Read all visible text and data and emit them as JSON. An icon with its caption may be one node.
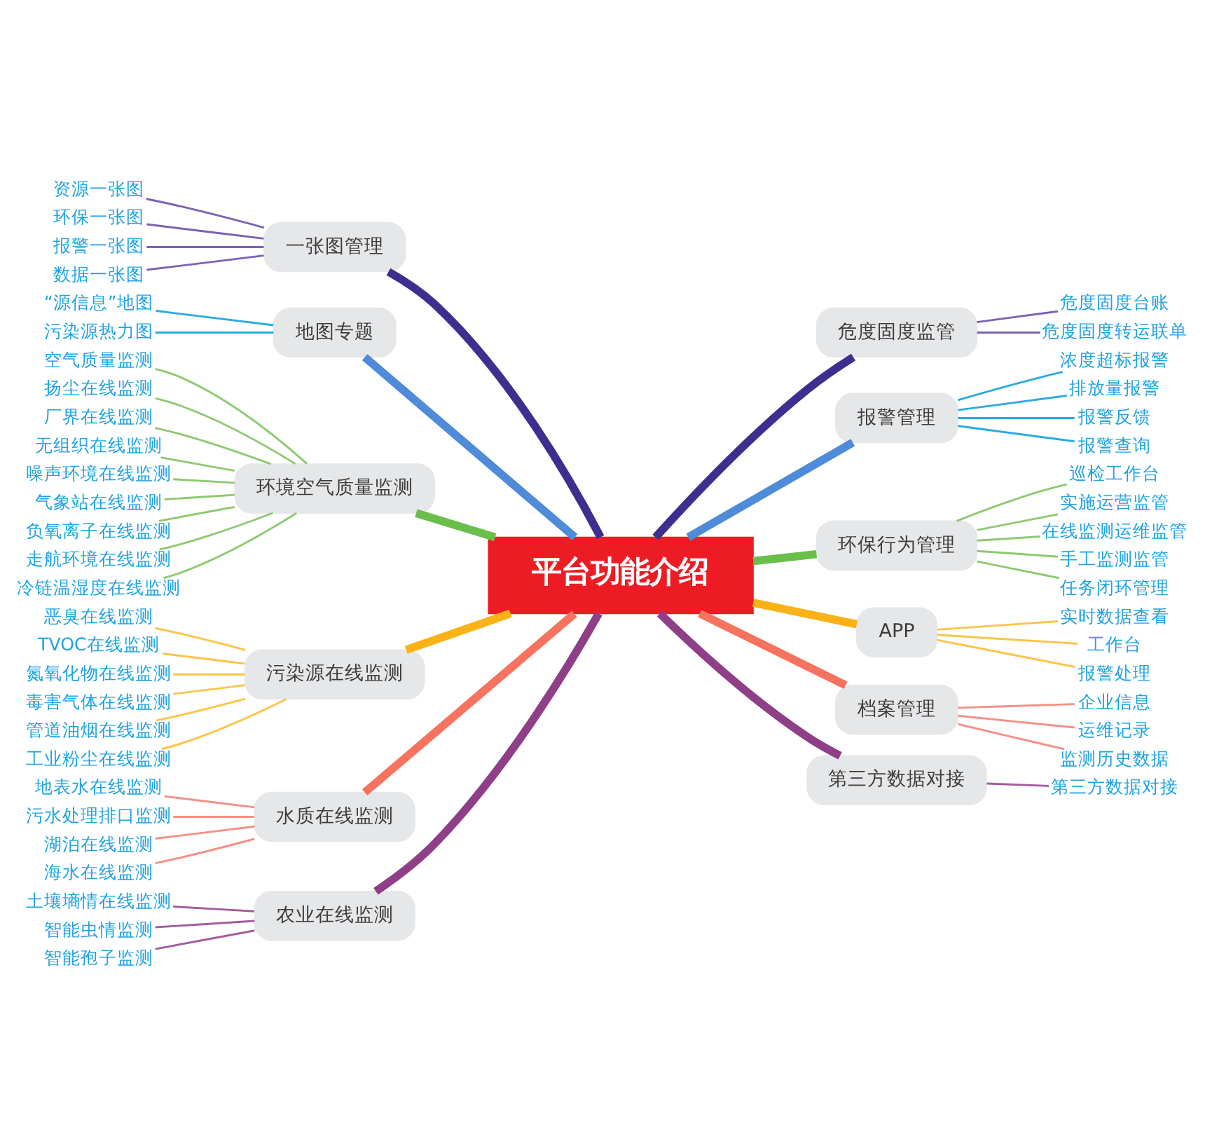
{
  "diagram": {
    "nodes": [
      {
        "text": [
          "平台功能介绍"
        ]
      },
      {
        "text": [
          "一张图管理"
        ]
      },
      {
        "text": [
          "资源一张图"
        ]
      },
      {
        "text": [
          "环保一张图"
        ]
      },
      {
        "text": [
          "报警一张图"
        ]
      },
      {
        "text": [
          "数据一张图"
        ]
      },
      {
        "text": [
          "地图专题"
        ]
      },
      {
        "text": [
          "“源信息”地图"
        ]
      },
      {
        "text": [
          "污染源热力图"
        ]
      },
      {
        "text": [
          "环境空气质量监测"
        ]
      },
      {
        "text": [
          "空气质量监测"
        ]
      },
      {
        "text": [
          "扬尘在线监测"
        ]
      },
      {
        "text": [
          "厂界在线监测"
        ]
      },
      {
        "text": [
          "无组织在线监测"
        ]
      },
      {
        "text": [
          "噪声环境在线监测"
        ]
      },
      {
        "text": [
          "气象站在线监测"
        ]
      },
      {
        "text": [
          "负氧离子在线监测"
        ]
      },
      {
        "text": [
          "走航环境在线监测"
        ]
      },
      {
        "text": [
          "冷链温湿度在线监测"
        ]
      },
      {
        "text": [
          "污染源在线监测"
        ]
      },
      {
        "text": [
          "恶臭在线监测"
        ]
      },
      {
        "text": [
          "TVOC在线监测"
        ]
      },
      {
        "text": [
          "氮氧化物在线监测"
        ]
      },
      {
        "text": [
          "毒害气体在线监测"
        ]
      },
      {
        "text": [
          "管道油烟在线监测"
        ]
      },
      {
        "text": [
          "工业粉尘在线监测"
        ]
      },
      {
        "text": [
          "水质在线监测"
        ]
      },
      {
        "text": [
          "地表水在线监测"
        ]
      },
      {
        "text": [
          "污水处理排口监测"
        ]
      },
      {
        "text": [
          "湖泊在线监测"
        ]
      },
      {
        "text": [
          "海水在线监测"
        ]
      },
      {
        "text": [
          "农业在线监测"
        ]
      },
      {
        "text": [
          "土壤墒情在线监测"
        ]
      },
      {
        "text": [
          "智能虫情监测"
        ]
      },
      {
        "text": [
          "智能孢子监测"
        ]
      },
      {
        "text": [
          "危度固度监管"
        ]
      },
      {
        "text": [
          "危度固度台账"
        ]
      },
      {
        "text": [
          "危度固度转运联单"
        ]
      },
      {
        "text": [
          "报警管理"
        ]
      },
      {
        "text": [
          "浓度超标报警"
        ]
      },
      {
        "text": [
          "排放量报警"
        ]
      },
      {
        "text": [
          "报警反馈"
        ]
      },
      {
        "text": [
          "报警查询"
        ]
      },
      {
        "text": [
          "环保行为管理"
        ]
      },
      {
        "text": [
          "巡检工作台"
        ]
      },
      {
        "text": [
          "实施运营监管"
        ]
      },
      {
        "text": [
          "在线监测运维监管"
        ]
      },
      {
        "text": [
          "手工监测监管"
        ]
      },
      {
        "text": [
          "任务闭环管理"
        ]
      },
      {
        "text": [
          "APP"
        ]
      },
      {
        "text": [
          "实时数据查看"
        ]
      },
      {
        "text": [
          "工作台"
        ]
      },
      {
        "text": [
          "报警处理"
        ]
      },
      {
        "text": [
          "档案管理"
        ]
      },
      {
        "text": [
          "企业信息"
        ]
      },
      {
        "text": [
          "运维记录"
        ]
      },
      {
        "text": [
          "监测历史数据"
        ]
      },
      {
        "text": [
          "第三方数据对接"
        ]
      },
      {
        "text": [
          "第三方数据对接"
        ]
      }
    ],
    "edges": [
      {
        "from": 1,
        "to": 0,
        "arrow": "none",
        "style": "thick",
        "color": "#3d2f8f"
      },
      {
        "from": 2,
        "to": 1,
        "arrow": "none",
        "color": "#7b62b3"
      },
      {
        "from": 3,
        "to": 1,
        "arrow": "none",
        "color": "#7b62b3"
      },
      {
        "from": 4,
        "to": 1,
        "arrow": "none",
        "color": "#7b62b3"
      },
      {
        "from": 5,
        "to": 1,
        "arrow": "none",
        "color": "#7b62b3"
      },
      {
        "from": 6,
        "to": 0,
        "arrow": "none",
        "style": "thick",
        "color": "#4e8bd9"
      },
      {
        "from": 7,
        "to": 6,
        "arrow": "none",
        "color": "#2aaae2"
      },
      {
        "from": 8,
        "to": 6,
        "arrow": "none",
        "color": "#2aaae2"
      },
      {
        "from": 9,
        "to": 0,
        "arrow": "none",
        "style": "thick",
        "color": "#6abf4b"
      },
      {
        "from": 10,
        "to": 9,
        "arrow": "none",
        "color": "#8dc971"
      },
      {
        "from": 11,
        "to": 9,
        "arrow": "none",
        "color": "#8dc971"
      },
      {
        "from": 12,
        "to": 9,
        "arrow": "none",
        "color": "#8dc971"
      },
      {
        "from": 13,
        "to": 9,
        "arrow": "none",
        "color": "#8dc971"
      },
      {
        "from": 14,
        "to": 9,
        "arrow": "none",
        "color": "#8dc971"
      },
      {
        "from": 15,
        "to": 9,
        "arrow": "none",
        "color": "#8dc971"
      },
      {
        "from": 16,
        "to": 9,
        "arrow": "none",
        "color": "#8dc971"
      },
      {
        "from": 17,
        "to": 9,
        "arrow": "none",
        "color": "#8dc971"
      },
      {
        "from": 18,
        "to": 9,
        "arrow": "none",
        "color": "#8dc971"
      },
      {
        "from": 19,
        "to": 0,
        "arrow": "none",
        "style": "thick",
        "color": "#fbb216"
      },
      {
        "from": 20,
        "to": 19,
        "arrow": "none",
        "color": "#fcc447"
      },
      {
        "from": 21,
        "to": 19,
        "arrow": "none",
        "color": "#fcc447"
      },
      {
        "from": 22,
        "to": 19,
        "arrow": "none",
        "color": "#fcc447"
      },
      {
        "from": 23,
        "to": 19,
        "arrow": "none",
        "color": "#fcc447"
      },
      {
        "from": 24,
        "to": 19,
        "arrow": "none",
        "color": "#fcc447"
      },
      {
        "from": 25,
        "to": 19,
        "arrow": "none",
        "color": "#fcc447"
      },
      {
        "from": 26,
        "to": 0,
        "arrow": "none",
        "style": "thick",
        "color": "#f7735f"
      },
      {
        "from": 27,
        "to": 26,
        "arrow": "none",
        "color": "#f78f84"
      },
      {
        "from": 28,
        "to": 26,
        "arrow": "none",
        "color": "#f78f84"
      },
      {
        "from": 29,
        "to": 26,
        "arrow": "none",
        "color": "#f78f84"
      },
      {
        "from": 30,
        "to": 26,
        "arrow": "none",
        "color": "#f78f84"
      },
      {
        "from": 31,
        "to": 0,
        "arrow": "none",
        "style": "thick",
        "color": "#8f3f87"
      },
      {
        "from": 32,
        "to": 31,
        "arrow": "none",
        "color": "#a55c9d"
      },
      {
        "from": 33,
        "to": 31,
        "arrow": "none",
        "color": "#a55c9d"
      },
      {
        "from": 34,
        "to": 31,
        "arrow": "none",
        "color": "#a55c9d"
      },
      {
        "from": 0,
        "to": 35,
        "arrow": "none",
        "style": "thick",
        "color": "#3d2f8f"
      },
      {
        "from": 35,
        "to": 36,
        "arrow": "none",
        "color": "#7b62b3"
      },
      {
        "from": 35,
        "to": 37,
        "arrow": "none",
        "color": "#7b62b3"
      },
      {
        "from": 0,
        "to": 38,
        "arrow": "none",
        "style": "thick",
        "color": "#4e8bd9"
      },
      {
        "from": 38,
        "to": 39,
        "arrow": "none",
        "color": "#2aaae2"
      },
      {
        "from": 38,
        "to": 40,
        "arrow": "none",
        "color": "#2aaae2"
      },
      {
        "from": 38,
        "to": 41,
        "arrow": "none",
        "color": "#2aaae2"
      },
      {
        "from": 38,
        "to": 42,
        "arrow": "none",
        "color": "#2aaae2"
      },
      {
        "from": 0,
        "to": 43,
        "arrow": "none",
        "style": "thick",
        "color": "#6abf4b"
      },
      {
        "from": 43,
        "to": 44,
        "arrow": "none",
        "color": "#8dc971"
      },
      {
        "from": 43,
        "to": 45,
        "arrow": "none",
        "color": "#8dc971"
      },
      {
        "from": 43,
        "to": 46,
        "arrow": "none",
        "color": "#8dc971"
      },
      {
        "from": 43,
        "to": 47,
        "arrow": "none",
        "color": "#8dc971"
      },
      {
        "from": 43,
        "to": 48,
        "arrow": "none",
        "color": "#8dc971"
      },
      {
        "from": 0,
        "to": 49,
        "arrow": "none",
        "style": "thick",
        "color": "#fbb216"
      },
      {
        "from": 49,
        "to": 50,
        "arrow": "none",
        "color": "#fcc447"
      },
      {
        "from": 49,
        "to": 51,
        "arrow": "none",
        "color": "#fcc447"
      },
      {
        "from": 49,
        "to": 52,
        "arrow": "none",
        "color": "#fcc447"
      },
      {
        "from": 0,
        "to": 53,
        "arrow": "none",
        "style": "thick",
        "color": "#f7735f"
      },
      {
        "from": 53,
        "to": 54,
        "arrow": "none",
        "color": "#f78f84"
      },
      {
        "from": 53,
        "to": 55,
        "arrow": "none",
        "color": "#f78f84"
      },
      {
        "from": 53,
        "to": 56,
        "arrow": "none",
        "color": "#f78f84"
      },
      {
        "from": 0,
        "to": 57,
        "arrow": "none",
        "style": "thick",
        "color": "#8f3f87"
      },
      {
        "from": 57,
        "to": 58,
        "arrow": "none",
        "color": "#a55c9d"
      }
    ]
  }
}
